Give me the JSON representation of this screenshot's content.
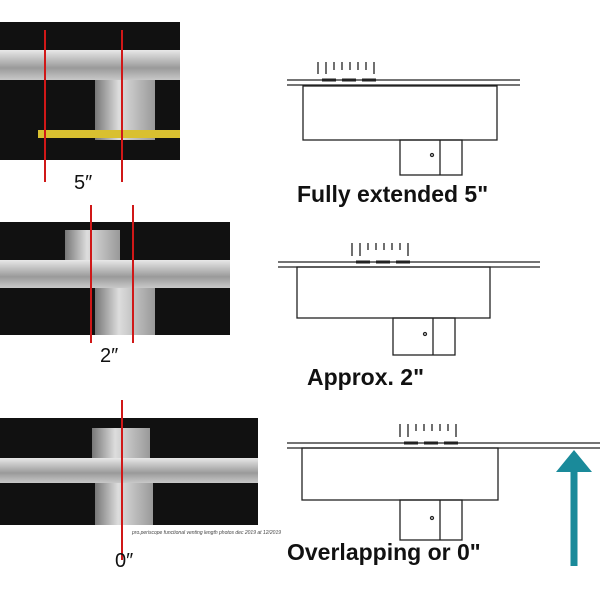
{
  "photos": [
    {
      "label": "5″"
    },
    {
      "label": "2″"
    },
    {
      "label": "0″"
    }
  ],
  "photo_credit": "pro.periscope functional venting length photos dec 2019 at 12/2019",
  "diagrams": [
    {
      "caption": "Fully extended 5\""
    },
    {
      "caption": "Approx. 2\""
    },
    {
      "caption": "Overlapping or 0\""
    }
  ],
  "colors": {
    "arrow": "#1a8a9a",
    "guide_line": "#d01818"
  }
}
